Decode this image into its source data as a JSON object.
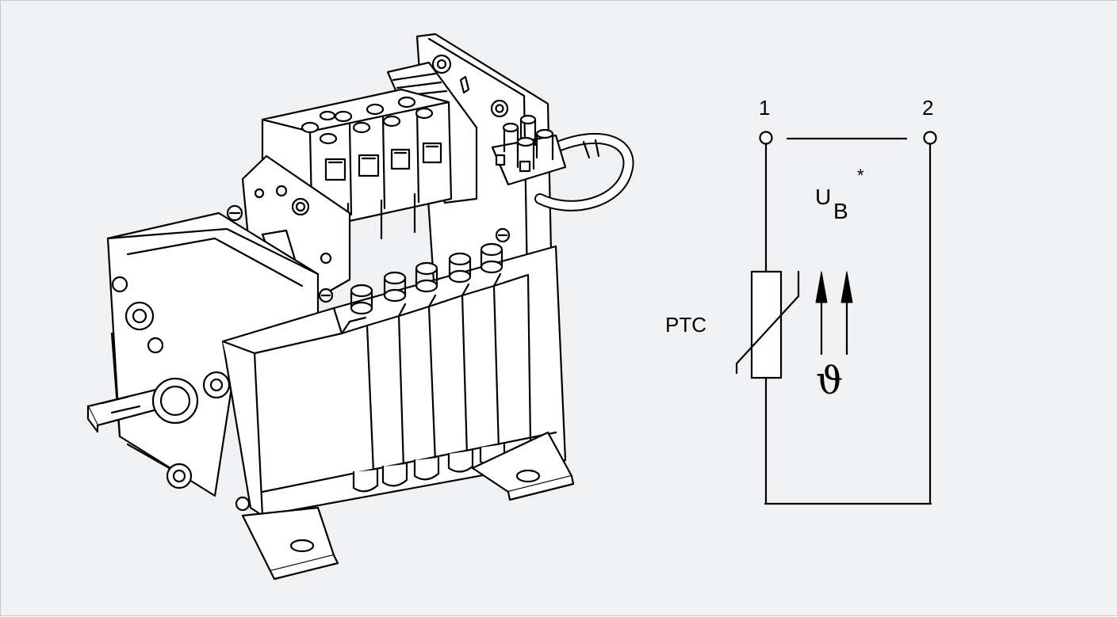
{
  "background_color": "#f0f1f3",
  "line_color": "#000000",
  "fill_color": "#ffffff",
  "circuit": {
    "terminal_1": "1",
    "terminal_2": "2",
    "voltage_symbol": "U",
    "voltage_subscript": "B",
    "voltage_superscript": "*",
    "component_label": "PTC",
    "temperature_symbol": "ϑ"
  }
}
